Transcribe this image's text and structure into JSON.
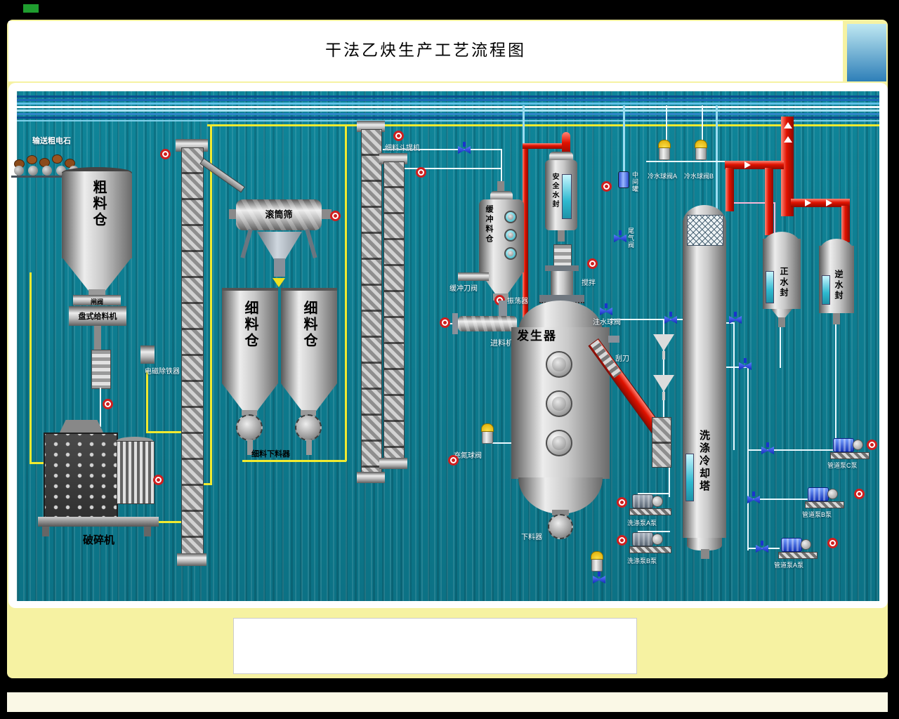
{
  "title": "干法乙炔生产工艺流程图",
  "colors": {
    "frame_yellow": "#f6f2a2",
    "panel_teal": "#0e8095",
    "pipe_red": "#df1200",
    "pipe_yellow": "#f0ea30",
    "pipe_white": "#eaf9ff",
    "pipe_cyan": "#9adcf0",
    "valve_blue": "#2244cc",
    "indicator_red": "#cf1f1f"
  },
  "labels": {
    "conveyor": "输送粗电石",
    "coarse_silo": "粗料仓",
    "rod_valve": "闸阀",
    "disc_feeder": "盘式给料机",
    "iron_remover": "电磁除铁器",
    "crusher": "破碎机",
    "drum_screen": "滚筒筛",
    "fine_silo_a": "细料仓",
    "fine_silo_b": "细料仓",
    "fine_discharger": "细料下料器",
    "fine_elevator": "细料斗提机",
    "buffer_silo": "缓冲料仓",
    "buffer_knife_valve": "缓冲刀阀",
    "oscillator": "振荡器",
    "feeder": "进料机",
    "generator": "发生器",
    "safety_water_seal": "安全水封",
    "agitator": "搅拌",
    "water_inject_valve": "注水球阀",
    "scraper": "刮刀",
    "nitrogen_valve": "充氮球阀",
    "discharger": "下料器",
    "washing_tower": "洗涤冷却塔",
    "cold_valve_a": "冷水球阀A",
    "cold_valve_b": "冷水球阀B",
    "mid_tank": "中间罐",
    "tail_valve": "尾气阀",
    "pos_water_seal": "正水封",
    "rev_water_seal": "逆水封",
    "wash_pump_a": "洗涤泵A泵",
    "wash_pump_b": "洗涤泵B泵",
    "pipe_pump_a": "管道泵A泵",
    "pipe_pump_b": "管道泵B泵",
    "pipe_pump_c": "管道泵C泵"
  }
}
